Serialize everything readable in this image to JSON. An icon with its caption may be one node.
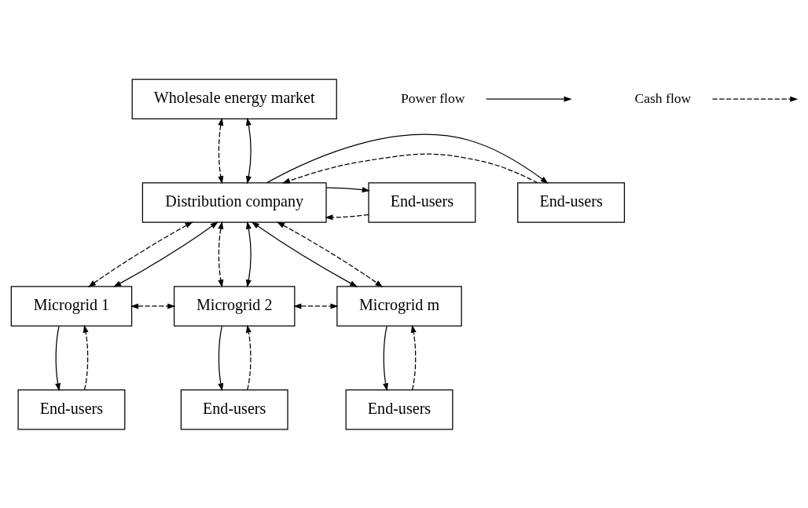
{
  "diagram": {
    "nodes": [
      {
        "text": [
          "Wholesale energy market"
        ]
      },
      {
        "text": [
          "End-users"
        ]
      },
      {
        "text": [
          "Distribution company"
        ]
      },
      {
        "text": [
          "End-users"
        ]
      },
      {
        "text": [
          "Microgrid 1"
        ]
      },
      {
        "text": [
          "Microgrid 2"
        ]
      },
      {
        "text": [
          "Microgrid m"
        ]
      },
      {
        "text": [
          "End-users"
        ]
      },
      {
        "text": [
          "End-users"
        ]
      },
      {
        "text": [
          "End-users"
        ]
      }
    ],
    "edges": [
      {
        "from": 0,
        "to": 2,
        "arrow": "both",
        "style": "dashed"
      },
      {
        "from": 0,
        "to": 2,
        "arrow": "both"
      },
      {
        "from": 1,
        "to": 2,
        "arrow": "to",
        "style": "dashed"
      },
      {
        "from": 2,
        "to": 1,
        "arrow": "to"
      },
      {
        "from": 3,
        "to": 2,
        "arrow": "to",
        "style": "dashed"
      },
      {
        "from": 2,
        "to": 3,
        "arrow": "to"
      },
      {
        "from": 2,
        "to": 4,
        "arrow": "both",
        "style": "dashed"
      },
      {
        "from": 2,
        "to": 4,
        "arrow": "both"
      },
      {
        "from": 2,
        "to": 5,
        "arrow": "both",
        "style": "dashed"
      },
      {
        "from": 2,
        "to": 5,
        "arrow": "both"
      },
      {
        "from": 2,
        "to": 6,
        "arrow": "both"
      },
      {
        "from": 2,
        "to": 6,
        "arrow": "both",
        "style": "dashed"
      },
      {
        "from": 4,
        "to": 5,
        "arrow": "both",
        "style": "dashed"
      },
      {
        "from": 5,
        "to": 6,
        "arrow": "both",
        "style": "dashed"
      },
      {
        "from": 7,
        "to": 4,
        "arrow": "to",
        "style": "dashed"
      },
      {
        "from": 4,
        "to": 7,
        "arrow": "to"
      },
      {
        "from": 8,
        "to": 5,
        "arrow": "to",
        "style": "dashed"
      },
      {
        "from": 5,
        "to": 8,
        "arrow": "to"
      },
      {
        "from": 9,
        "to": 6,
        "arrow": "to",
        "style": "dashed"
      },
      {
        "from": 6,
        "to": 9,
        "arrow": "to"
      }
    ],
    "legend": [
      {
        "text": "Power flow"
      },
      {
        "text": "Cash flow"
      }
    ]
  }
}
